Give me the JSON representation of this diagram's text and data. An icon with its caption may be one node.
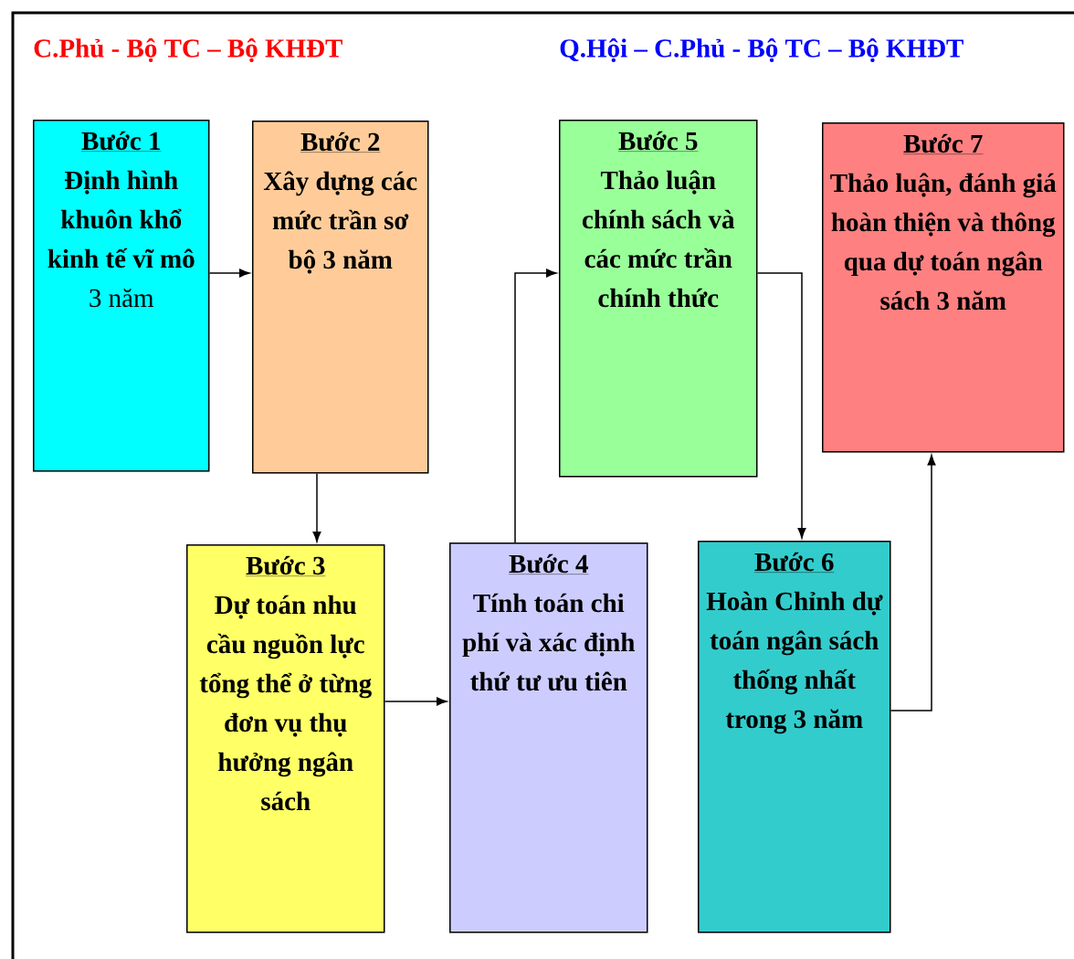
{
  "diagram": {
    "nodes": [
      {
        "text": [
          "Bước 1",
          "**Định hình khuôn khổ kinh tế vĩ mô** 3 năm"
        ]
      },
      {
        "text": [
          "Bước 2",
          "Xây dựng các mức trần sơ bộ 3 năm"
        ]
      },
      {
        "text": [
          "Bước 3",
          "Dự toán nhu cầu nguồn lực tổng thể ở từng đơn vụ thụ hưởng ngân sách"
        ]
      },
      {
        "text": [
          "Bước 4",
          "Tính toán chi phí và xác định thứ tư ưu tiên"
        ]
      },
      {
        "text": [
          "Bước 5",
          "Thảo luận chính sách và các mức trần chính thức"
        ]
      },
      {
        "text": [
          "Bước 6",
          "Hoàn Chỉnh  dự toán ngân sách thống nhất trong 3 năm"
        ]
      },
      {
        "text": [
          "Bước 7",
          "Thảo luận, đánh giá hoàn thiện và thông qua dự toán ngân sách 3 năm"
        ]
      }
    ],
    "edges": [
      {
        "from": 0,
        "to": 1,
        "arrow": "to"
      },
      {
        "from": 1,
        "to": 2,
        "arrow": "to"
      },
      {
        "from": 2,
        "to": 3,
        "arrow": "to"
      },
      {
        "from": 3,
        "to": 4,
        "arrow": "to"
      },
      {
        "from": 4,
        "to": 5,
        "arrow": "to"
      },
      {
        "from": 5,
        "to": 6,
        "arrow": "to"
      }
    ],
    "labels": [
      "C.Phủ - Bộ TC – Bộ KHĐT",
      "Q.Hội – C.Phủ - Bộ TC – Bộ KHĐT"
    ]
  }
}
